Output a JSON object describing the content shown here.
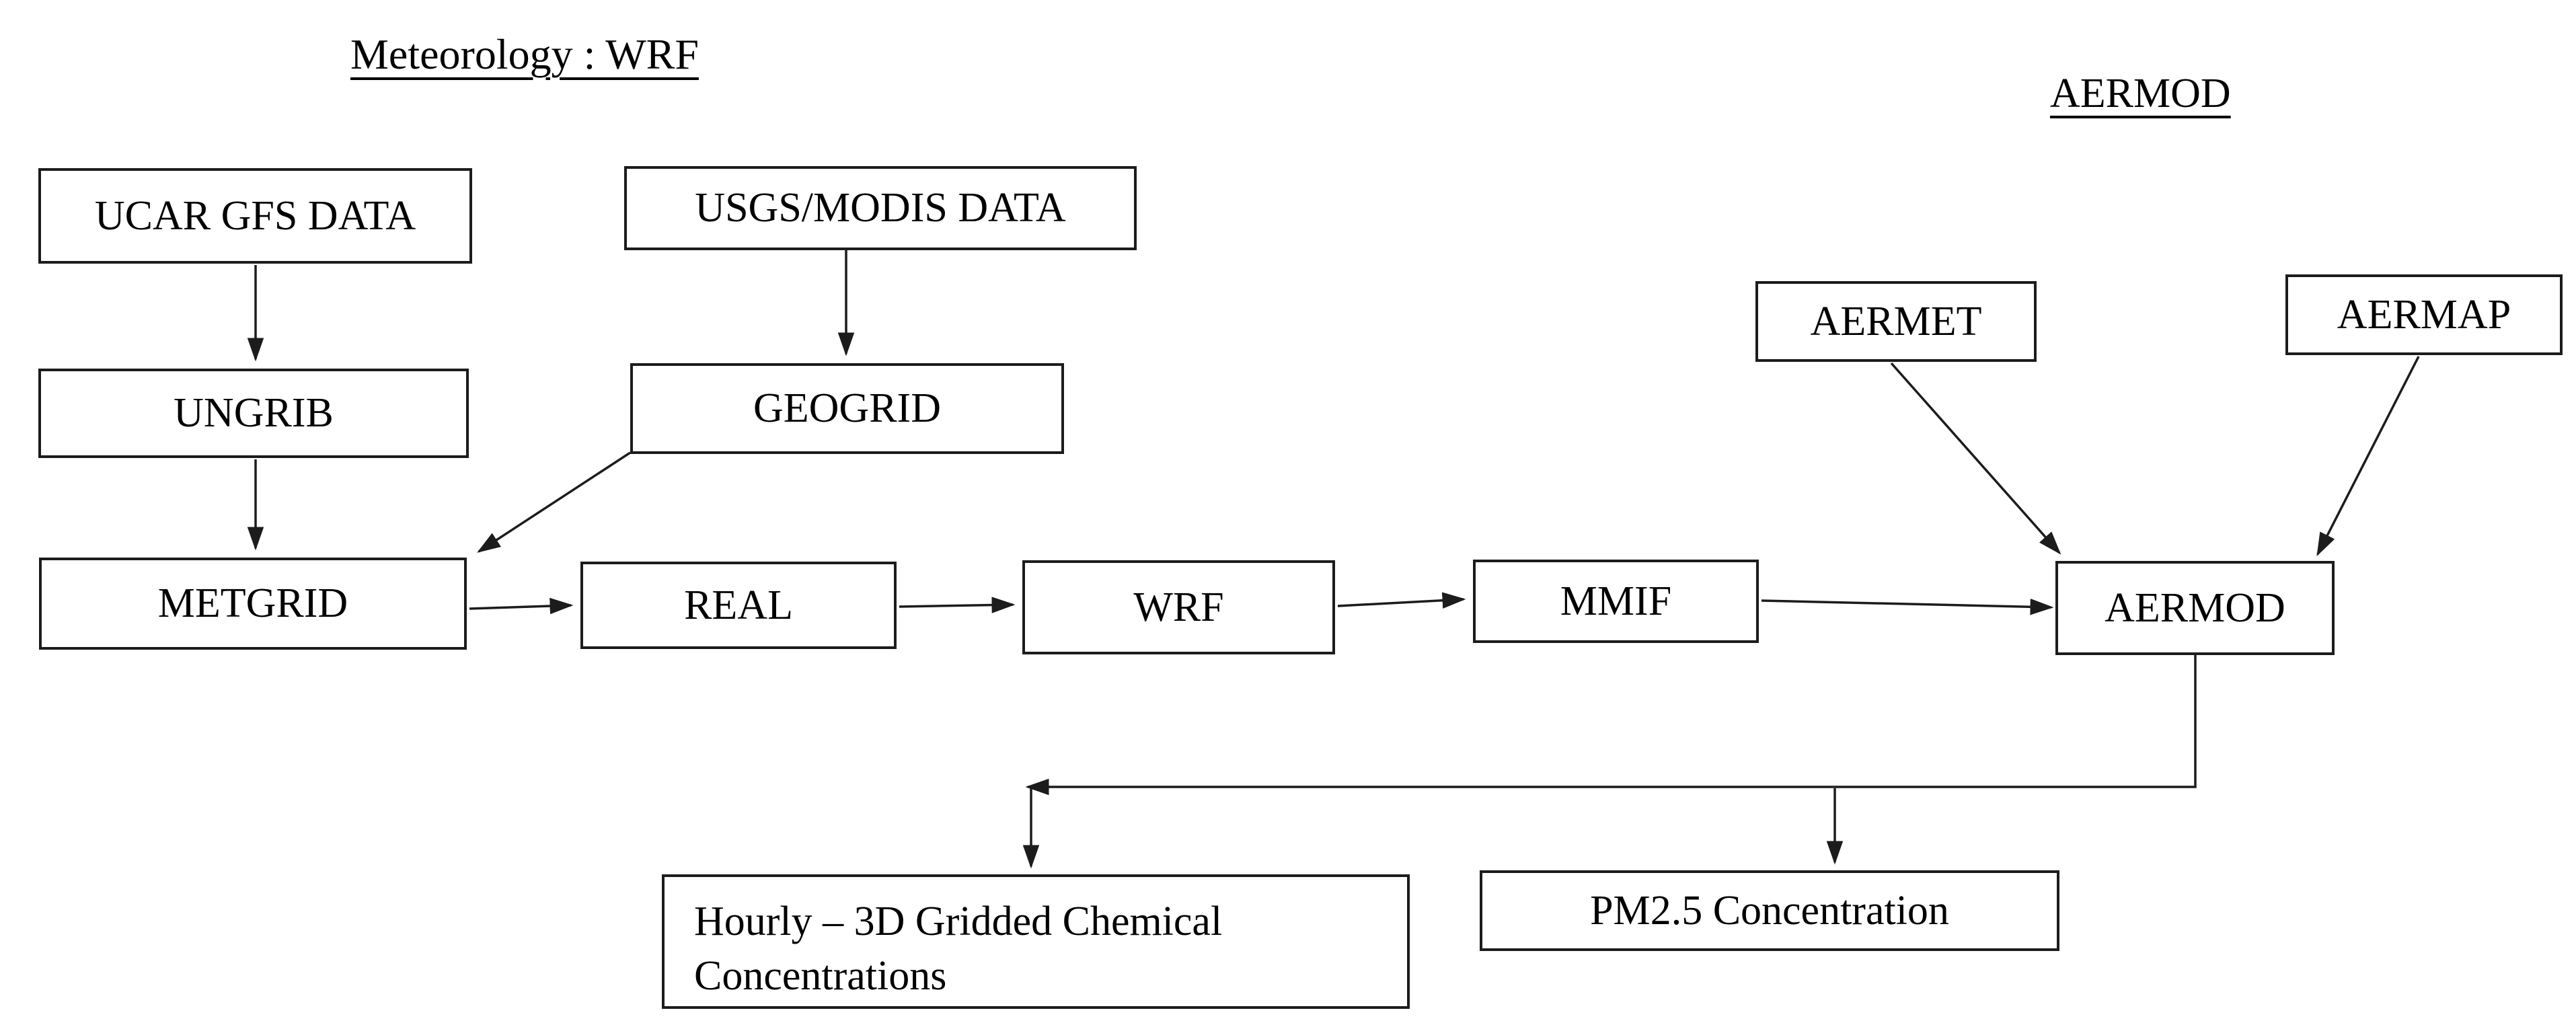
{
  "page": {
    "background_color": "#ffffff",
    "text_color": "#000000",
    "line_color": "#1c1c1c"
  },
  "titles": {
    "meteorology": "Meteorology : WRF",
    "aermod": "AERMOD"
  },
  "nodes": {
    "ucar": {
      "label": "UCAR GFS DATA"
    },
    "usgs": {
      "label": "USGS/MODIS DATA"
    },
    "ungrib": {
      "label": "UNGRIB"
    },
    "geogrid": {
      "label": "GEOGRID"
    },
    "metgrid": {
      "label": "METGRID"
    },
    "real": {
      "label": "REAL"
    },
    "wrf": {
      "label": "WRF"
    },
    "mmif": {
      "label": "MMIF"
    },
    "aermet": {
      "label": "AERMET"
    },
    "aermap": {
      "label": "AERMAP"
    },
    "aermod": {
      "label": "AERMOD"
    },
    "hourly": {
      "lines": [
        "Hourly – 3D Gridded Chemical",
        "Concentrations"
      ]
    },
    "pm25": {
      "label": "PM2.5 Concentration"
    }
  },
  "edges": [
    {
      "from": "UCAR GFS DATA",
      "to": "UNGRIB"
    },
    {
      "from": "UNGRIB",
      "to": "METGRID"
    },
    {
      "from": "USGS/MODIS DATA",
      "to": "GEOGRID"
    },
    {
      "from": "GEOGRID",
      "to": "METGRID"
    },
    {
      "from": "METGRID",
      "to": "REAL"
    },
    {
      "from": "REAL",
      "to": "WRF"
    },
    {
      "from": "WRF",
      "to": "MMIF"
    },
    {
      "from": "MMIF",
      "to": "AERMOD"
    },
    {
      "from": "AERMET",
      "to": "AERMOD"
    },
    {
      "from": "AERMAP",
      "to": "AERMOD"
    },
    {
      "from": "AERMOD",
      "to": "Hourly – 3D Gridded Chemical Concentrations"
    },
    {
      "from": "AERMOD",
      "to": "PM2.5 Concentration"
    }
  ]
}
